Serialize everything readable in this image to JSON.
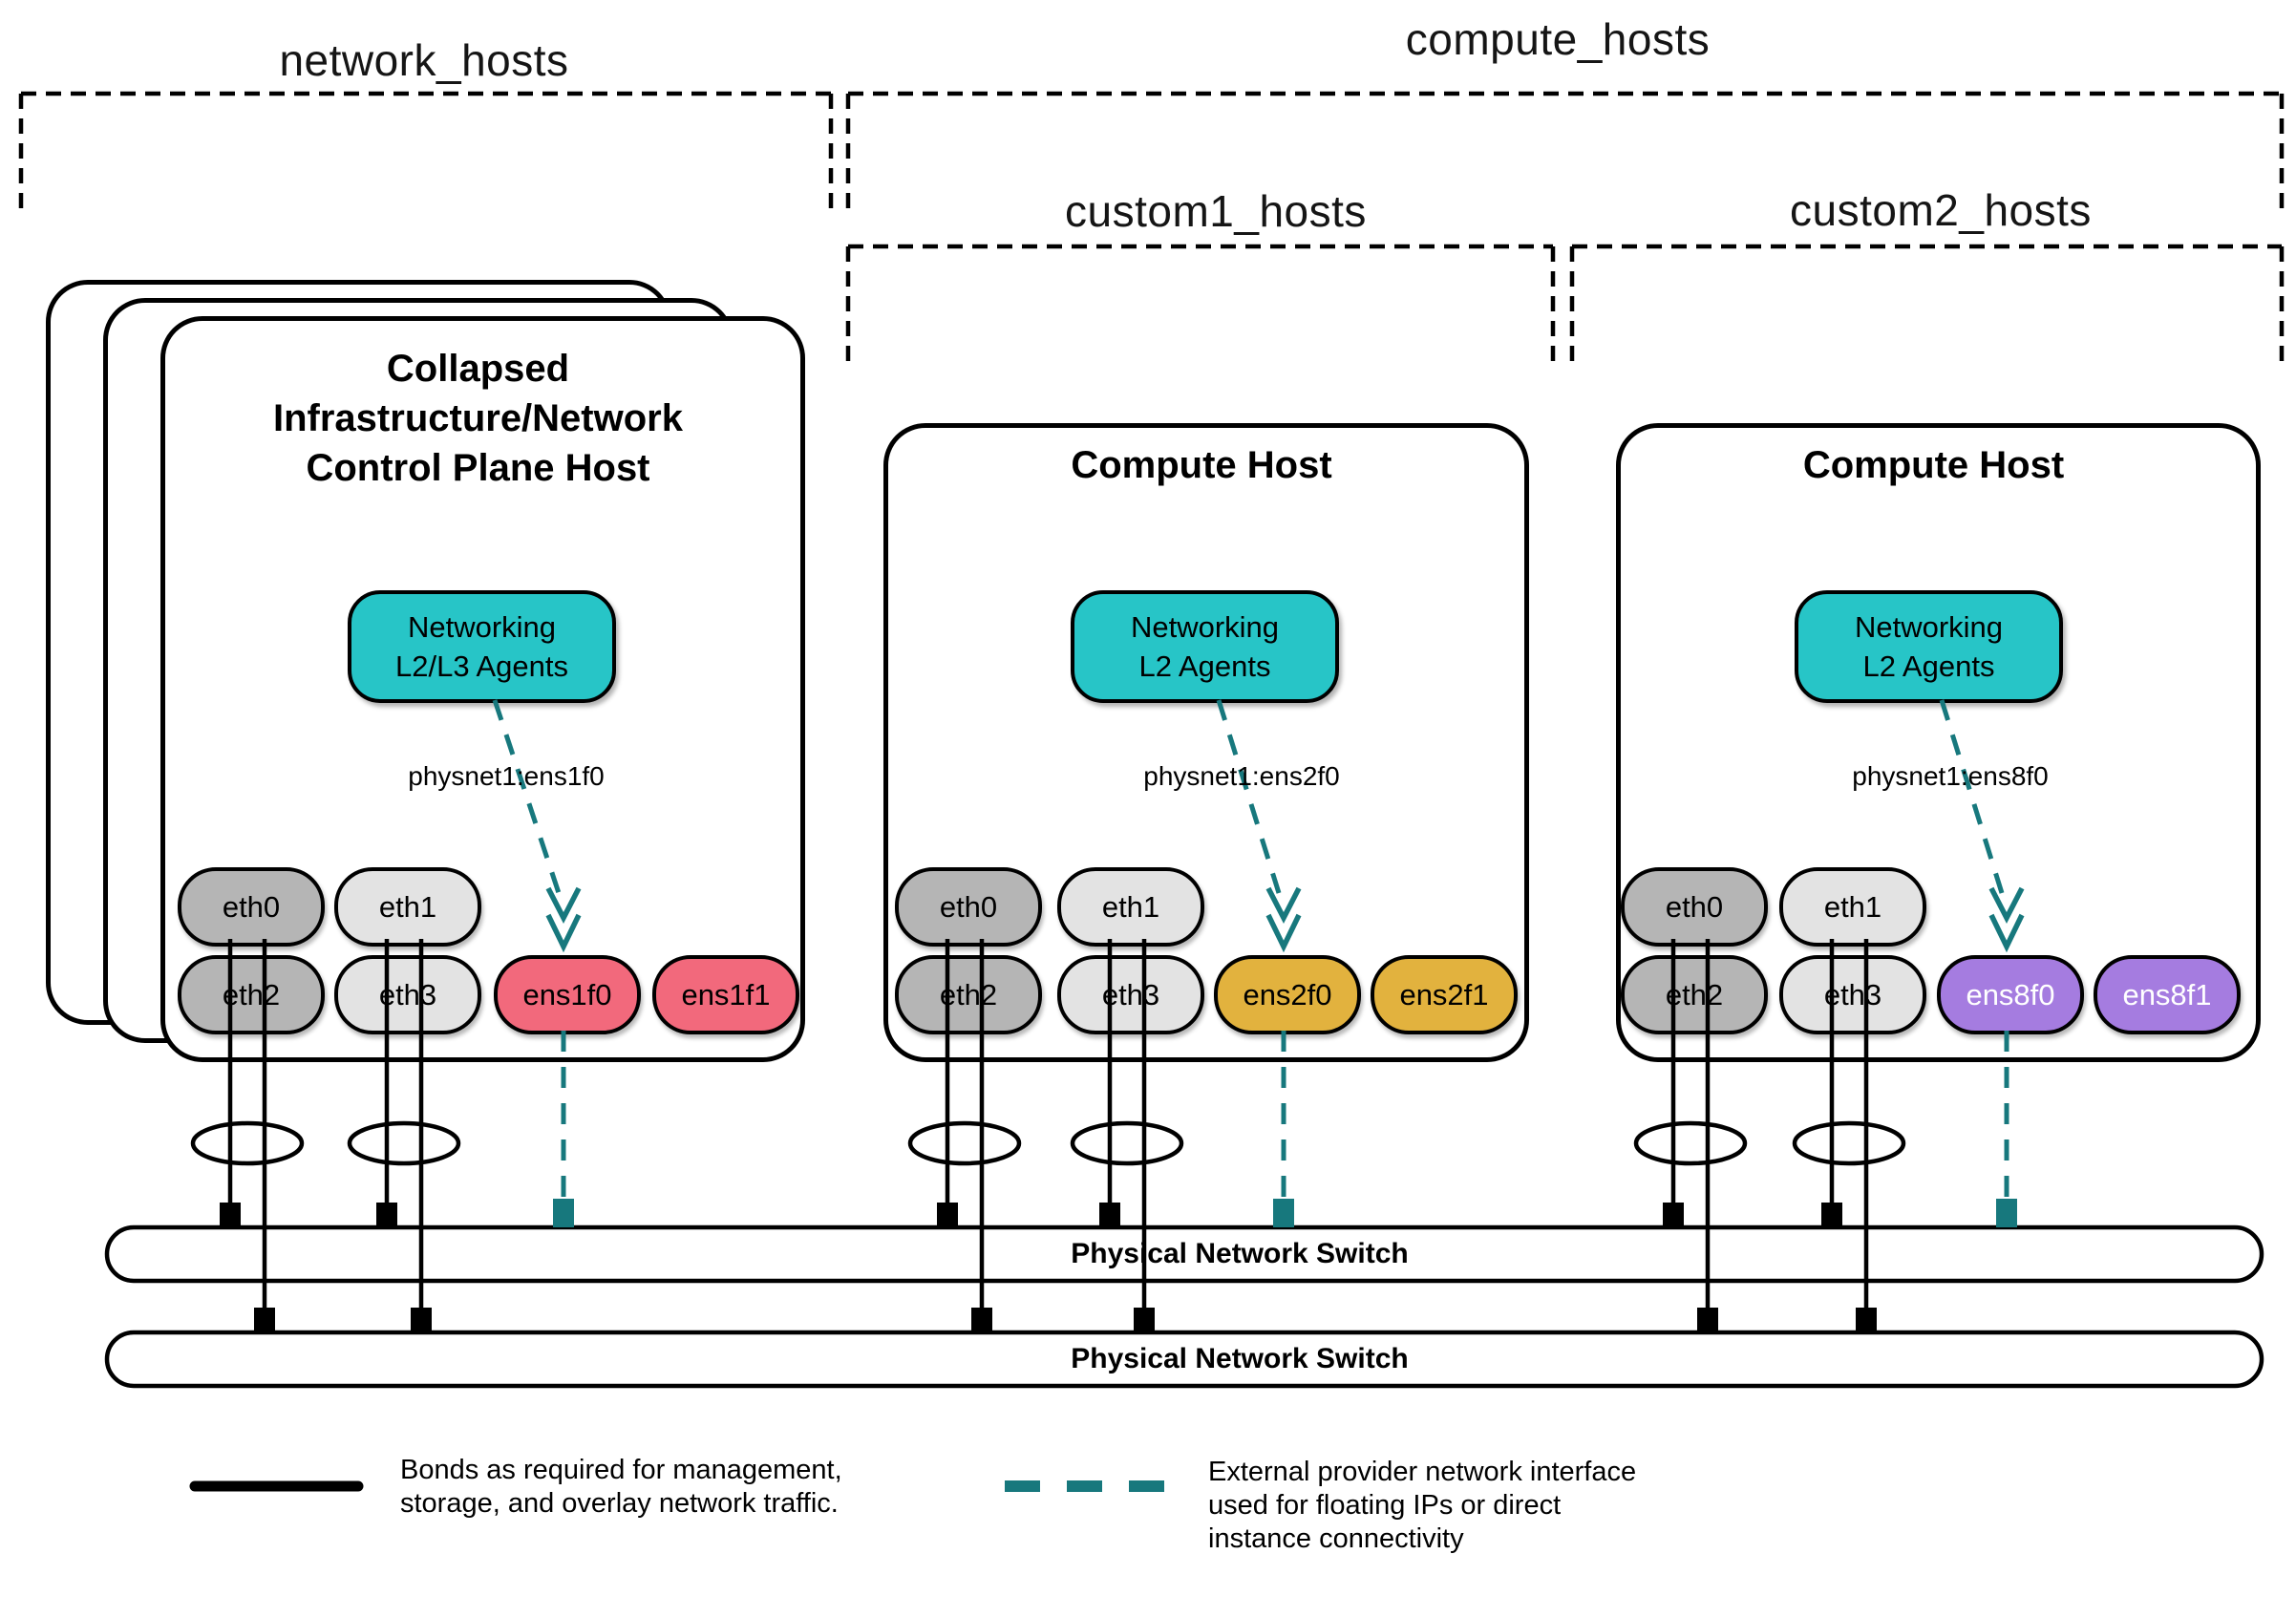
{
  "groups": [
    {
      "id": "network_hosts",
      "label": "network_hosts"
    },
    {
      "id": "compute_hosts",
      "label": "compute_hosts"
    },
    {
      "id": "custom1_hosts",
      "label": "custom1_hosts"
    },
    {
      "id": "custom2_hosts",
      "label": "custom2_hosts"
    }
  ],
  "hosts": [
    {
      "title_lines": [
        "Collapsed",
        "Infrastructure/Network",
        "Control Plane Host"
      ],
      "agent_lines": [
        "Networking",
        "L2/L3 Agents"
      ],
      "physnet_label": "physnet1:ens1f0",
      "nics": [
        {
          "label": "eth0"
        },
        {
          "label": "eth1"
        },
        {
          "label": "eth2"
        },
        {
          "label": "eth3"
        },
        {
          "label": "ens1f0"
        },
        {
          "label": "ens1f1"
        }
      ]
    },
    {
      "title_lines": [
        "Compute Host"
      ],
      "agent_lines": [
        "Networking",
        "L2 Agents"
      ],
      "physnet_label": "physnet1:ens2f0",
      "nics": [
        {
          "label": "eth0"
        },
        {
          "label": "eth1"
        },
        {
          "label": "eth2"
        },
        {
          "label": "eth3"
        },
        {
          "label": "ens2f0"
        },
        {
          "label": "ens2f1"
        }
      ]
    },
    {
      "title_lines": [
        "Compute Host"
      ],
      "agent_lines": [
        "Networking",
        "L2 Agents"
      ],
      "physnet_label": "physnet1:ens8f0",
      "nics": [
        {
          "label": "eth0"
        },
        {
          "label": "eth1"
        },
        {
          "label": "eth2"
        },
        {
          "label": "eth3"
        },
        {
          "label": "ens8f0"
        },
        {
          "label": "ens8f1"
        }
      ]
    }
  ],
  "switches": [
    {
      "label": "Physical Network Switch"
    },
    {
      "label": "Physical Network Switch"
    }
  ],
  "legend": {
    "bond_lines": [
      "Bonds as required for management,",
      "storage, and overlay network traffic."
    ],
    "external_lines": [
      "External provider network interface",
      "used for floating IPs or direct",
      "instance connectivity"
    ]
  },
  "colors": {
    "agent_fill": "#27C5C7",
    "provider_line": "#17787D",
    "nic_gray_dark": "#B5B5B5",
    "nic_gray_light": "#E3E3E3",
    "nic_pink": "#F2697C",
    "nic_gold": "#E2B23E",
    "nic_purple": "#A57CE0",
    "line_black": "#000000"
  }
}
